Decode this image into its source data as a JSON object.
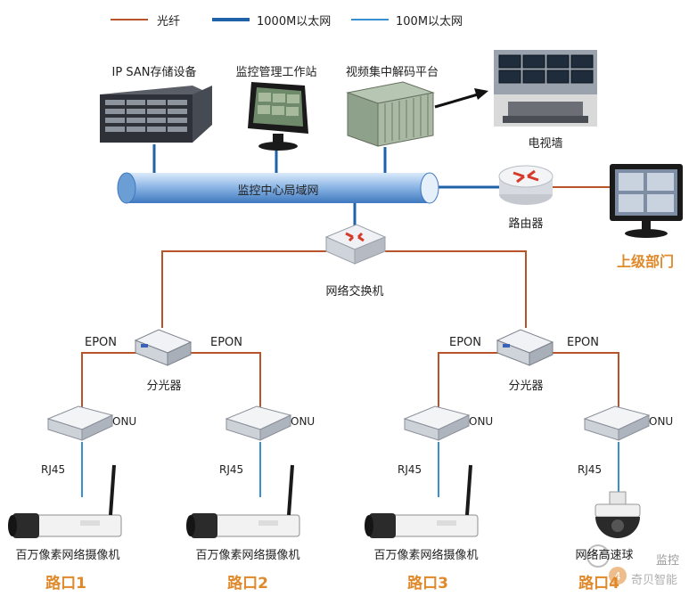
{
  "legend": {
    "fiber": "光纤",
    "gigabit": "1000M以太网",
    "fast": "100M以太网"
  },
  "top_devices": {
    "storage": "IP SAN存储设备",
    "workstation": "监控管理工作站",
    "decoder": "视频集中解码平台",
    "tv_wall": "电视墙"
  },
  "lan": "监控中心局域网",
  "router": "路由器",
  "superior": "上级部门",
  "switch": "网络交换机",
  "epon": "EPON",
  "splitter": "分光器",
  "onu": "ONU",
  "rj45": "RJ45",
  "camera": "百万像素网络摄像机",
  "dome": "网络高速球",
  "intersections": [
    "路口1",
    "路口2",
    "路口3",
    "路口4"
  ],
  "watermark": {
    "line1": "监控",
    "line2": "奇贝智能"
  },
  "colors": {
    "fiber": "#b8542a",
    "gigabit": "#1f62a8",
    "fast": "#3a8fd0",
    "lan_pipe": "#9cc3ea",
    "accent_orange": "#e0892a"
  }
}
